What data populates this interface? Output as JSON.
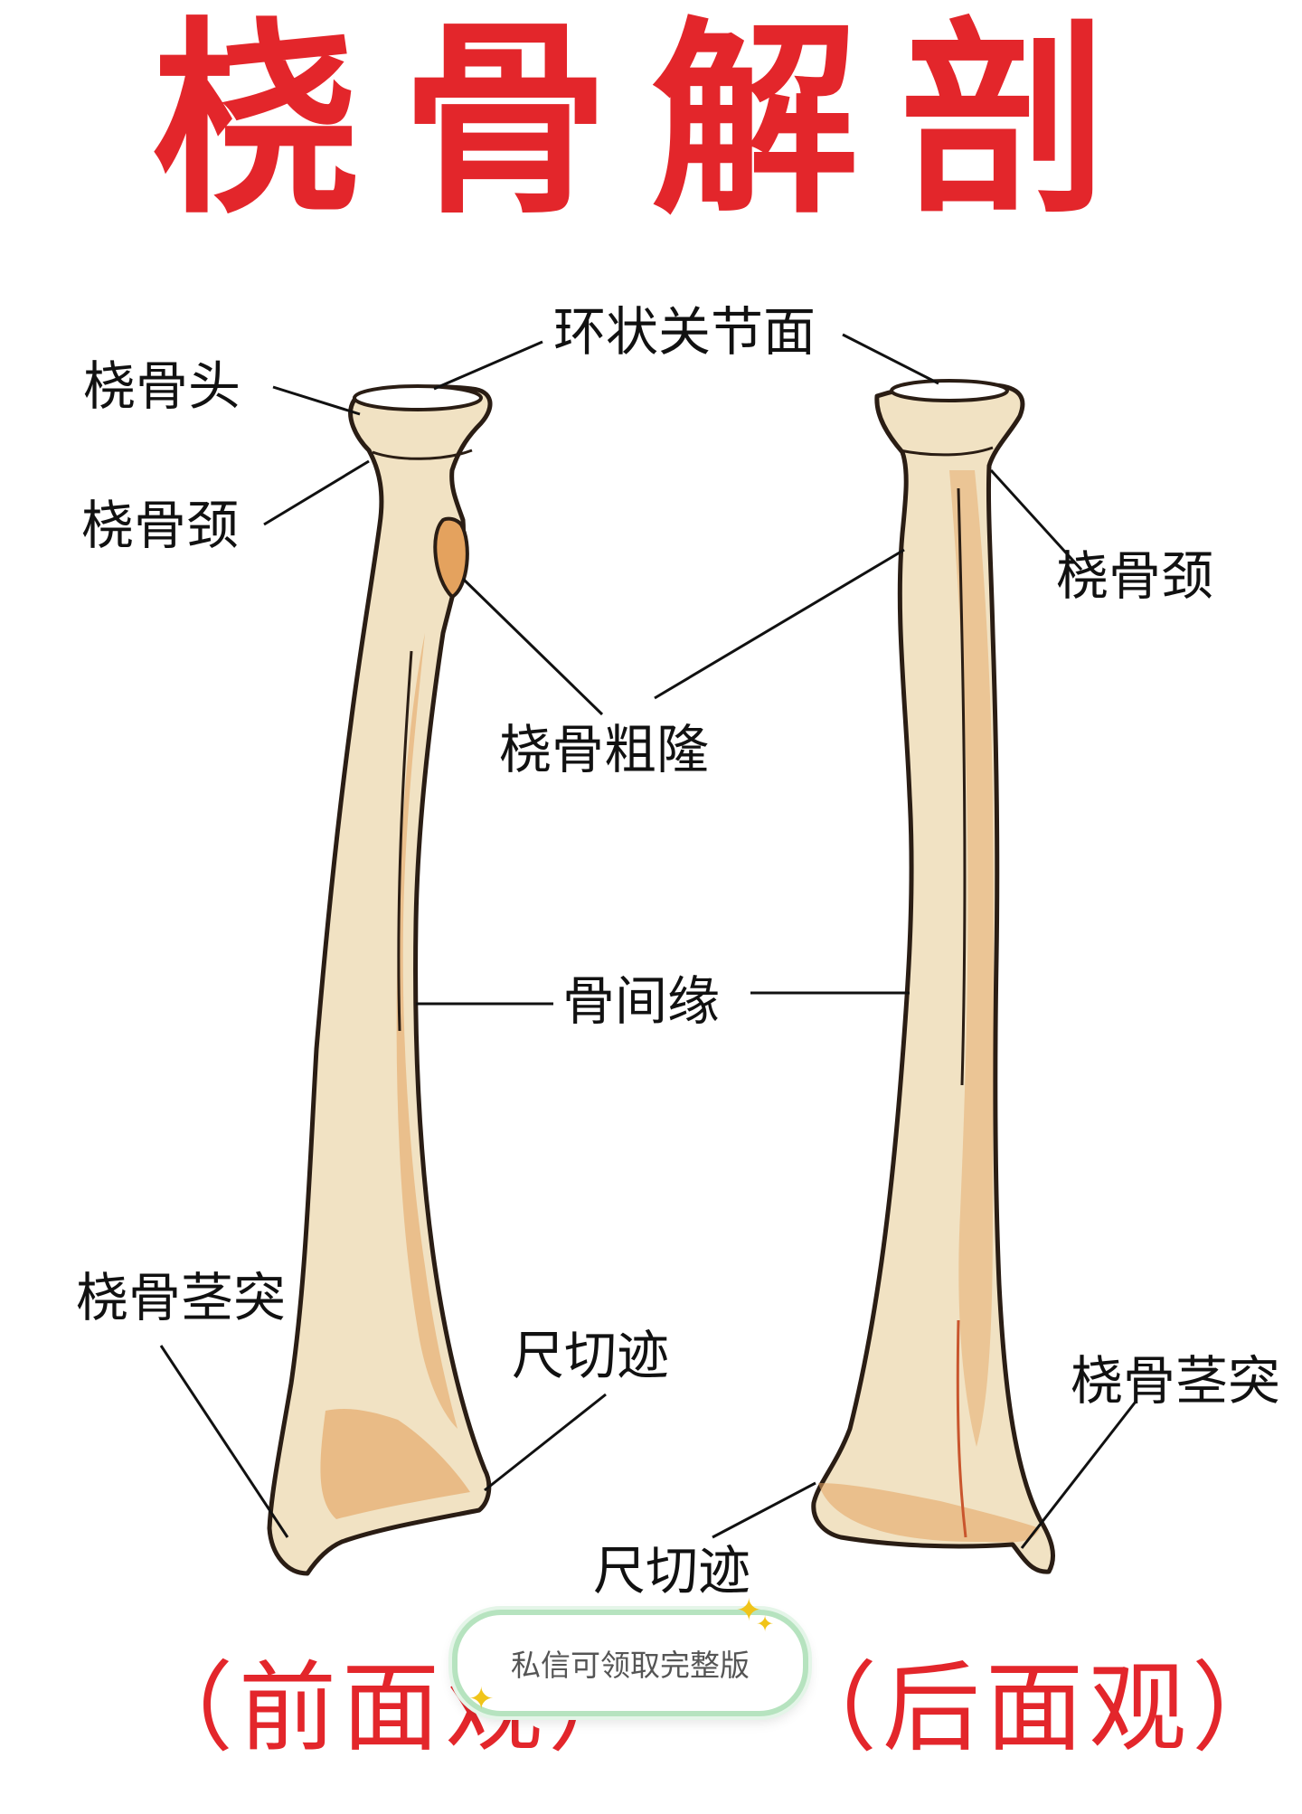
{
  "title": "桡骨解剖",
  "colors": {
    "title": "#e3262b",
    "bone_fill": "#f1e2c3",
    "bone_shade": "#e4a25e",
    "outline": "#2a1d14"
  },
  "labels": {
    "annular_surface": "环状关节面",
    "head": "桡骨头",
    "neck_left": "桡骨颈",
    "neck_right": "桡骨颈",
    "tuberosity": "桡骨粗隆",
    "interosseous_border": "骨间缘",
    "styloid_left": "桡骨茎突",
    "ulnar_notch_left": "尺切迹",
    "styloid_right": "桡骨茎突",
    "ulnar_notch_right": "尺切迹"
  },
  "views": {
    "front": "（前面观）",
    "back": "（后面观）"
  },
  "badge": {
    "text": "私信可领取完整版",
    "icon": "sparkle-icon"
  }
}
